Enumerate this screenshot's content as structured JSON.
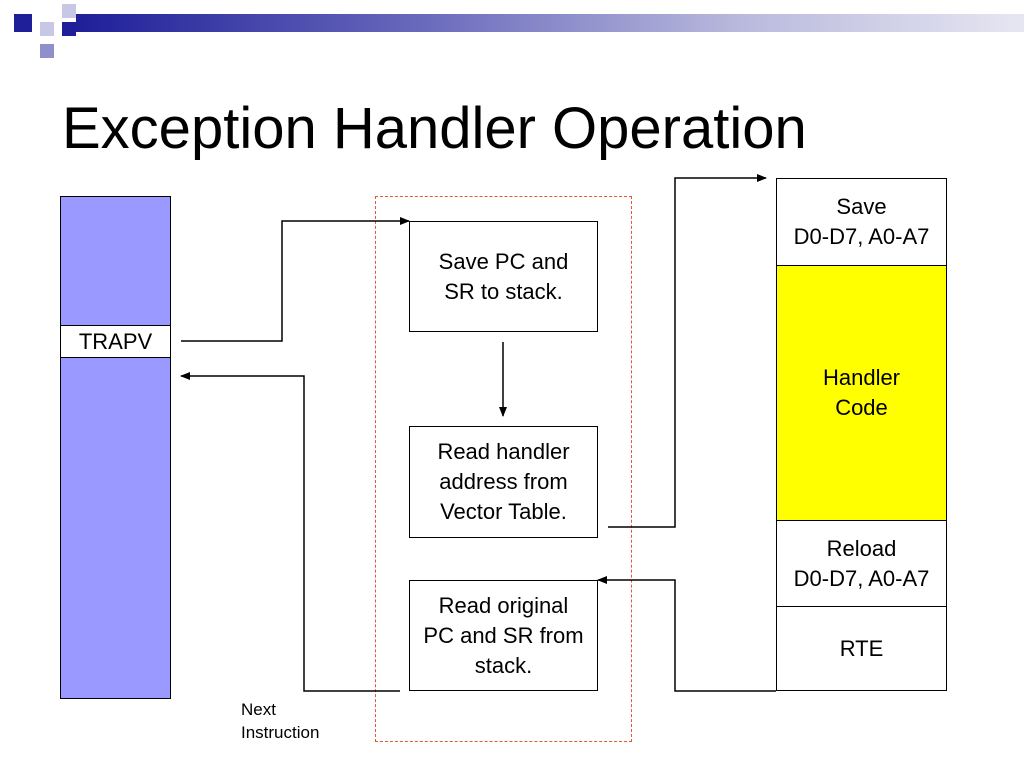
{
  "slide": {
    "title": "Exception Handler Operation",
    "colors": {
      "accent": "#1f1f99",
      "memory": "#9999ff",
      "handler": "#ffff00",
      "outline": "#e05a3a"
    }
  },
  "memory": {
    "instruction": "TRAPV"
  },
  "process": {
    "step1": "Save PC and\nSR to stack.",
    "step2": "Read handler\naddress from\nVector Table.",
    "step3": "Read original\nPC and SR from\nstack."
  },
  "handler": {
    "save": "Save\nD0-D7, A0-A7",
    "code": "Handler\nCode",
    "reload": "Reload\nD0-D7, A0-A7",
    "rte": "RTE"
  },
  "note": "Next\nInstruction"
}
